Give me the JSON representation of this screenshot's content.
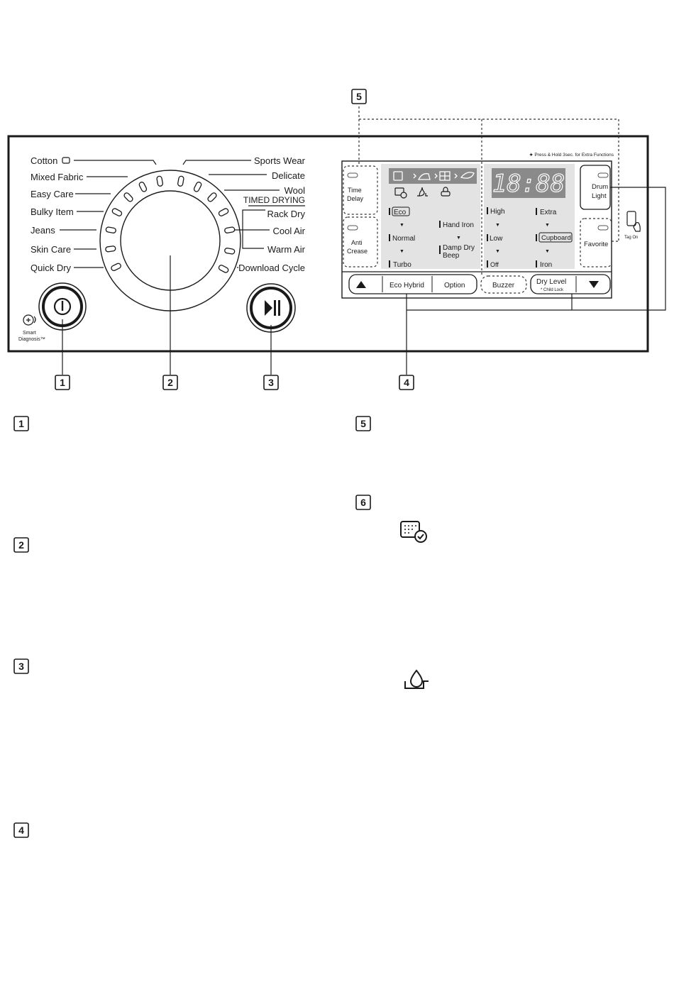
{
  "programs_left": [
    "Cotton",
    "Mixed Fabric",
    "Easy Care",
    "Bulky Item",
    "Jeans",
    "Skin Care",
    "Quick Dry"
  ],
  "programs_right": [
    "Sports Wear",
    "Delicate",
    "Wool",
    "Rack Dry",
    "Cool Air",
    "Warm Air",
    "Download Cycle"
  ],
  "timed_drying_label": "TIMED DRYING",
  "smart_diagnosis": [
    "Smart",
    "Diagnosis™"
  ],
  "panel": {
    "press_hold_note": "★ Press & Hold 3sec. for Extra Functions",
    "time_display": "18:88",
    "time_delay": [
      "Time",
      "Delay"
    ],
    "anti_crease": [
      "Anti",
      "Crease"
    ],
    "drum_light": [
      "Drum",
      "Light"
    ],
    "favorite": "Favorite",
    "tag_on": "Tag On",
    "eco_hybrid_options": [
      "Eco",
      "Normal",
      "Turbo"
    ],
    "option_options": [
      "Hand Iron",
      "Damp Dry",
      "Beep"
    ],
    "buzzer_options": [
      "High",
      "Low",
      "Off"
    ],
    "dry_level_options": [
      "Extra",
      "Cupboard",
      "Iron"
    ],
    "buttons": {
      "eco_hybrid": "Eco Hybrid",
      "option": "Option",
      "buzzer": "Buzzer",
      "dry_level": "Dry Level",
      "child_lock": "* Child Lock"
    }
  },
  "callouts": [
    "1",
    "2",
    "3",
    "4",
    "5",
    "6"
  ]
}
